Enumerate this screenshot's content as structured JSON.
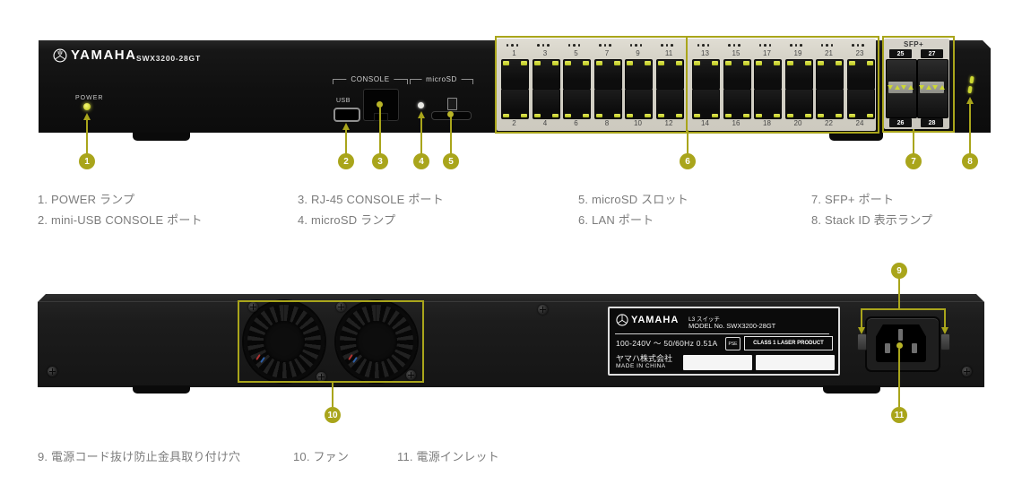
{
  "device": {
    "brand": "YAMAHA",
    "model": "SWX3200-28GT"
  },
  "front": {
    "power_label": "POWER",
    "usb_label": "USB",
    "console_group_label": "CONSOLE",
    "microsd_group_label": "microSD",
    "sfp_group_label": "SFP+",
    "lan_port_numbers_top": [
      "1",
      "3",
      "5",
      "7",
      "9",
      "11",
      "13",
      "15",
      "17",
      "19",
      "21",
      "23"
    ],
    "lan_port_numbers_bottom": [
      "2",
      "4",
      "6",
      "8",
      "10",
      "12",
      "14",
      "16",
      "18",
      "20",
      "22",
      "24"
    ],
    "sfp_port_numbers_top": [
      "25",
      "27"
    ],
    "sfp_port_numbers_bottom": [
      "26",
      "28"
    ]
  },
  "rear": {
    "plate": {
      "brand": "YAMAHA",
      "type_line": "L3 スイッチ",
      "model_line": "MODEL No. SWX3200-28GT",
      "spec_line": "100-240V ～ 50/60Hz 0.51A",
      "pse_label": "PSE",
      "laser_label": "CLASS 1 LASER PRODUCT",
      "company_line": "ヤマハ株式会社",
      "origin_line": "MADE IN CHINA"
    }
  },
  "callouts": {
    "numbers": [
      "1",
      "2",
      "3",
      "4",
      "5",
      "6",
      "7",
      "8",
      "9",
      "10",
      "11"
    ]
  },
  "legend": {
    "front": [
      "1. POWER ランプ",
      "2. mini-USB CONSOLE ポート",
      "3. RJ-45 CONSOLE ポート",
      "4. microSD ランプ",
      "5. microSD スロット",
      "6. LAN ポート",
      "7. SFP+ ポート",
      "8. Stack ID 表示ランプ"
    ],
    "rear": [
      "9. 電源コード抜け防止金具取り付け穴",
      "10. ファン",
      "11. 電源インレット"
    ]
  },
  "colors": {
    "accent": "#a9a51b",
    "led_green": "#cdd832",
    "panel_beige": "#d6d3c8"
  }
}
